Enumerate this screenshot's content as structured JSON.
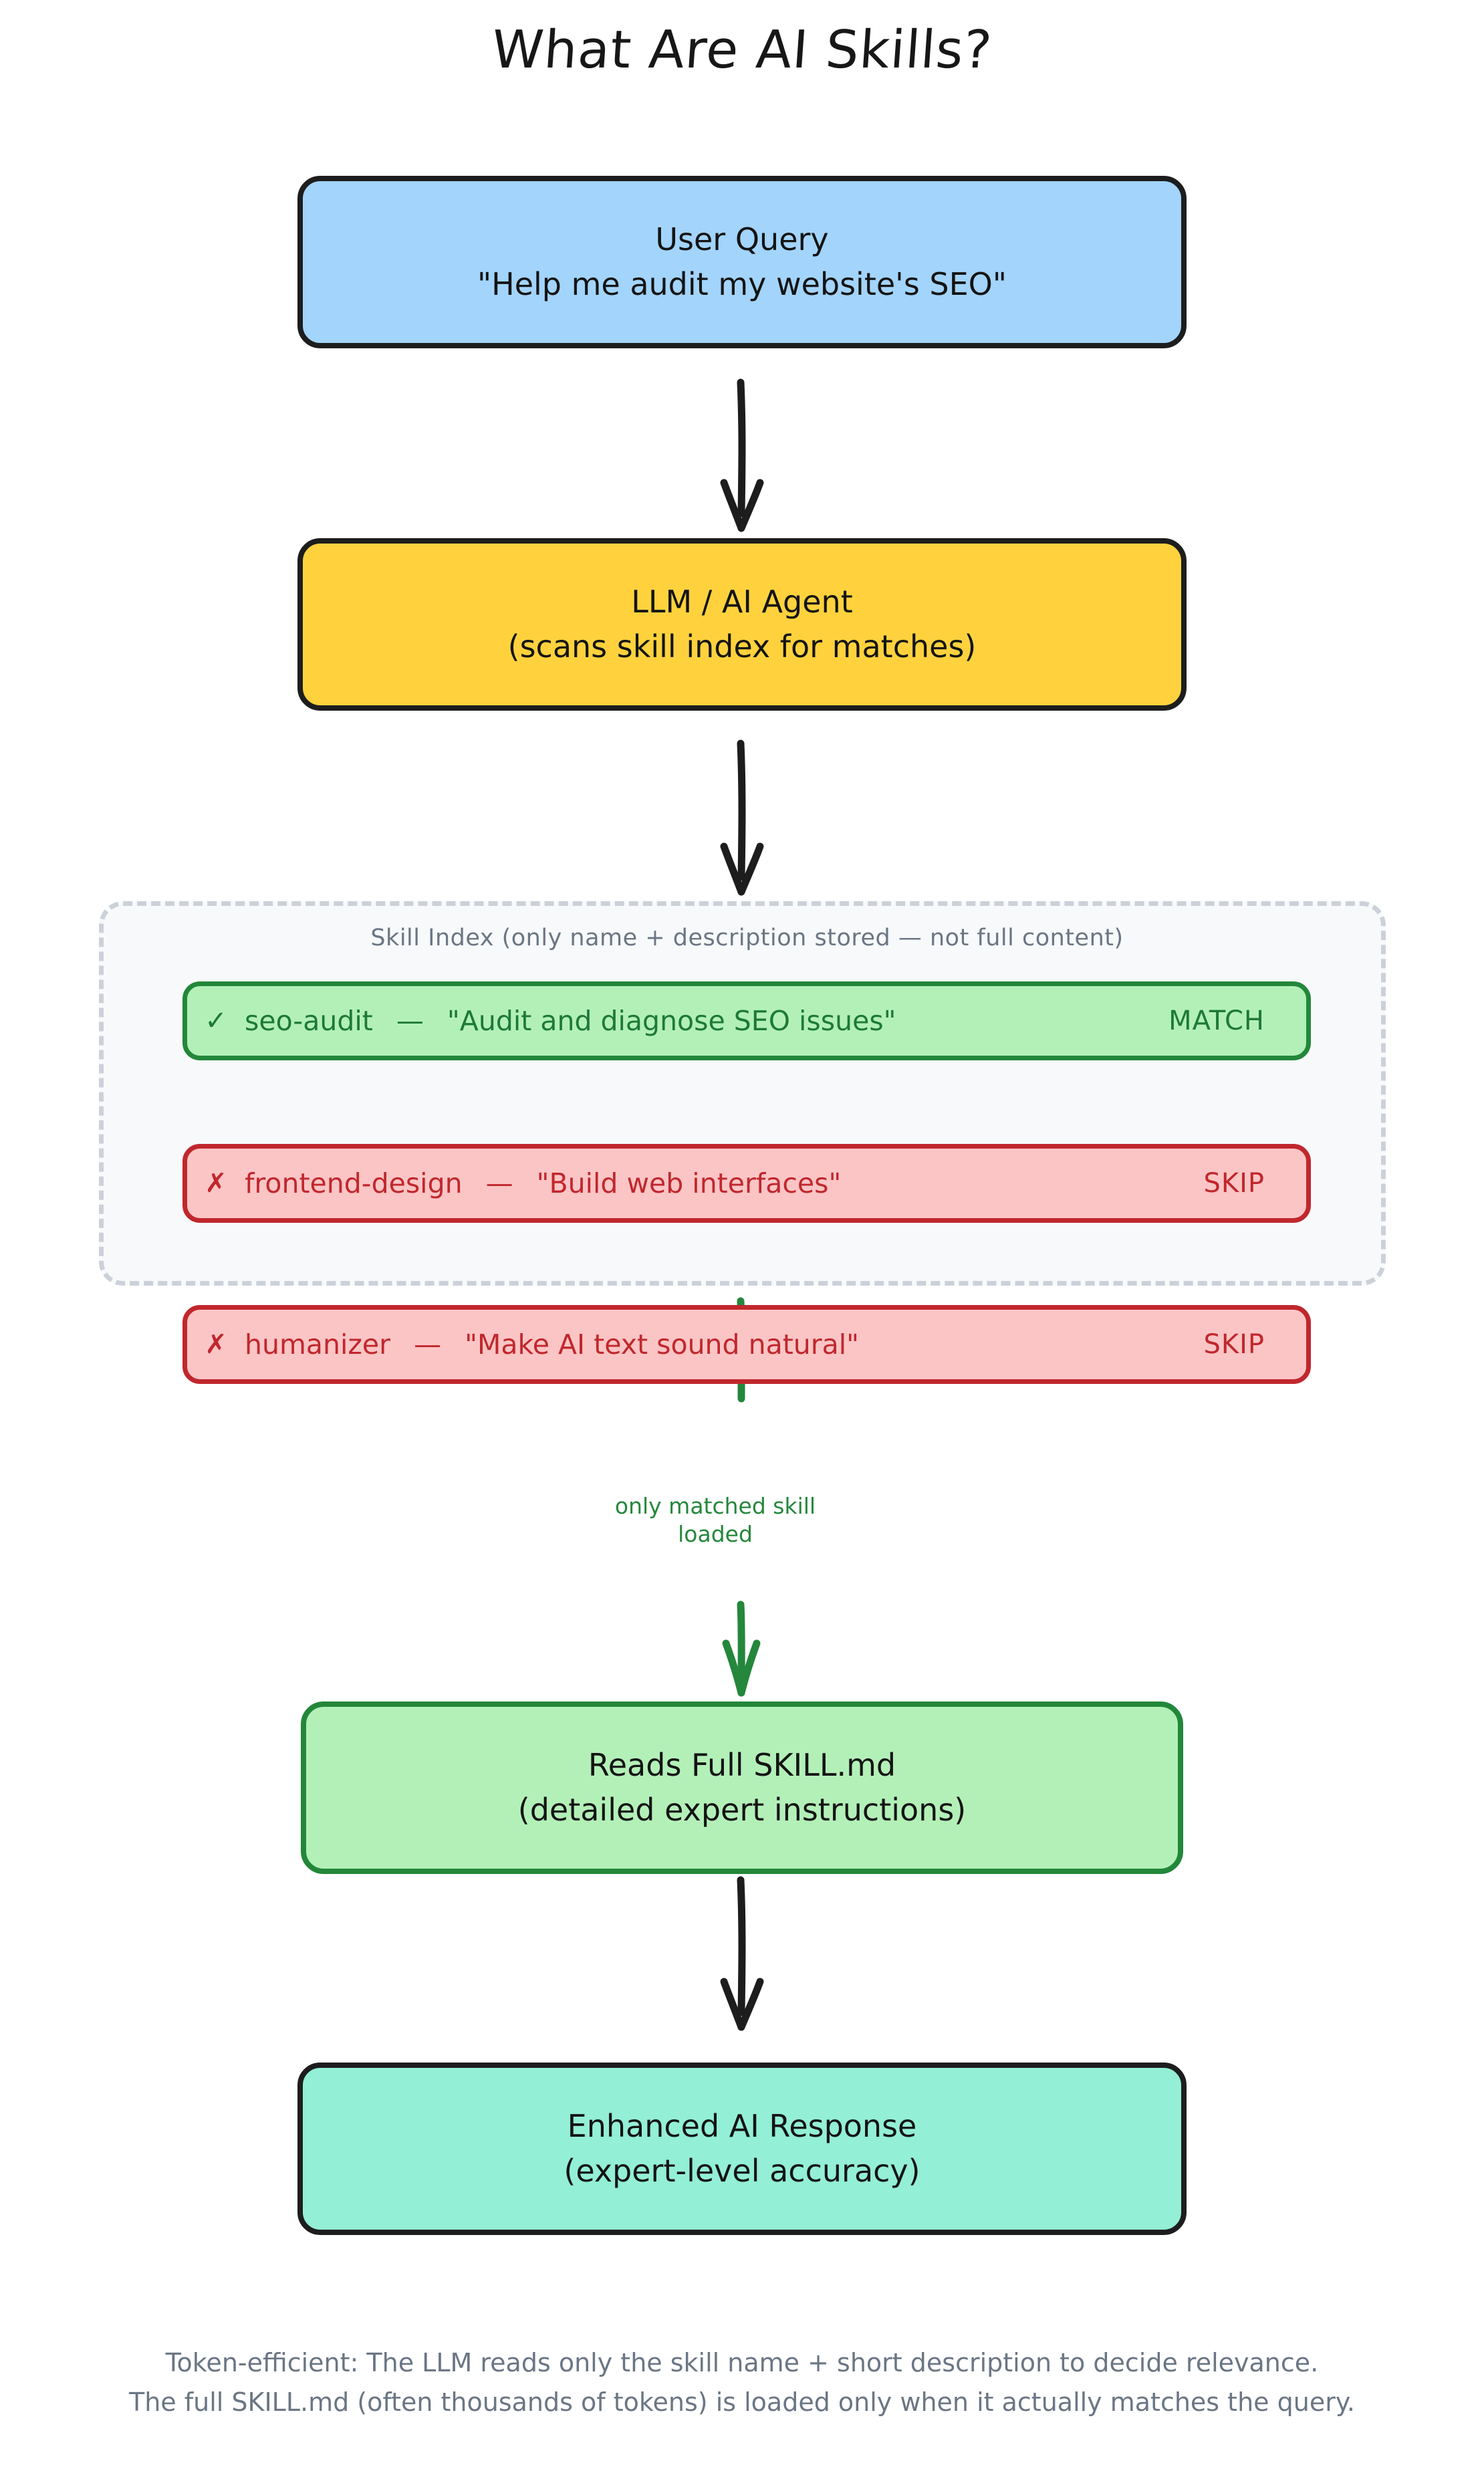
{
  "title": "What Are AI Skills?",
  "nodes": {
    "user_query": {
      "line1": "User Query",
      "line2": "\"Help me audit my website's SEO\"",
      "fill": "#a3d4fc",
      "stroke": "#1d1d1d"
    },
    "llm_agent": {
      "line1": "LLM / AI Agent",
      "line2": "(scans skill index for matches)",
      "fill": "#ffd23d",
      "stroke": "#1d1d1d"
    },
    "reads_skill": {
      "line1": "Reads Full SKILL.md",
      "line2": "(detailed expert instructions)",
      "fill": "#b3f0b8",
      "stroke": "#23873a"
    },
    "enhanced_response": {
      "line1": "Enhanced AI Response",
      "line2": "(expert-level accuracy)",
      "fill": "#93efd5",
      "stroke": "#1d1d1d"
    }
  },
  "skill_index": {
    "title": "Skill Index  (only name + description stored — not full content)",
    "container_fill": "#f7f9fa",
    "container_stroke": "#ccd1d9",
    "rows": [
      {
        "mark": "✓",
        "name": "seo-audit",
        "dash": "—",
        "description": "\"Audit and diagnose SEO issues\"",
        "verdict": "MATCH",
        "state": "match",
        "fill": "#b3f0b8",
        "stroke": "#23873a",
        "text_color": "#1d7a33"
      },
      {
        "mark": "✗",
        "name": "frontend-design",
        "dash": "—",
        "description": "\"Build web interfaces\"",
        "verdict": "SKIP",
        "state": "skip",
        "fill": "#fcc5c5",
        "stroke": "#c0272d",
        "text_color": "#c0272d"
      },
      {
        "mark": "✗",
        "name": "humanizer",
        "dash": "—",
        "description": "\"Make AI text sound natural\"",
        "verdict": "SKIP",
        "state": "skip",
        "fill": "#fcc5c5",
        "stroke": "#c0272d",
        "text_color": "#c0272d"
      }
    ]
  },
  "edges": {
    "query_to_agent": {
      "label": "",
      "color": "#1d1d1d"
    },
    "agent_to_index": {
      "label": "",
      "color": "#1d1d1d"
    },
    "index_to_reads": {
      "label": "only matched skill\nloaded",
      "color": "#24873b"
    },
    "reads_to_response": {
      "label": "",
      "color": "#1d1d1d"
    }
  },
  "footer": {
    "line1": "Token-efficient: The LLM reads only the skill name + short description to decide relevance.",
    "line2": "The full SKILL.md (often thousands of tokens) is loaded only when it actually matches the query.",
    "color": "#6b7684"
  }
}
